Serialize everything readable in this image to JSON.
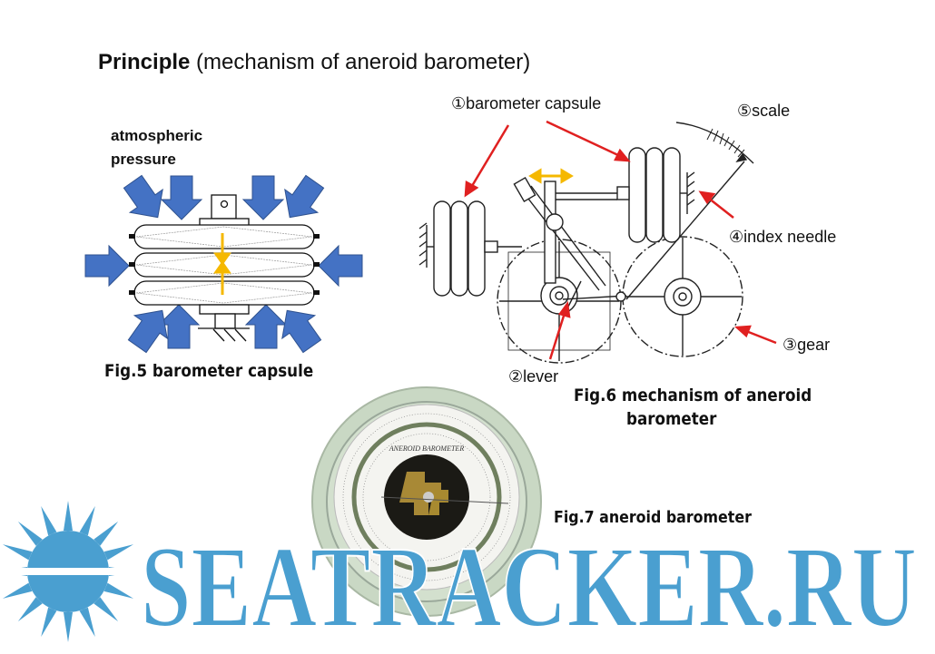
{
  "title": {
    "bold": "Principle",
    "rest": " (mechanism of aneroid barometer)"
  },
  "fig5": {
    "pressure_label_1": "atmospheric",
    "pressure_label_2": "pressure",
    "caption": "Fig.5  barometer capsule"
  },
  "fig6": {
    "labels": {
      "capsule": "①barometer  capsule",
      "scale": "⑤scale",
      "needle": "④index needle",
      "gear": "③gear",
      "lever": "②lever"
    },
    "caption_1": "Fig.6  mechanism of aneroid",
    "caption_2": "barometer"
  },
  "fig7": {
    "caption": "Fig.7 aneroid  barometer",
    "dial_text": "ANEROID BAROMETER"
  },
  "watermark": {
    "text": "SEATRACKER.RU"
  },
  "colors": {
    "arrow_blue": "#4472c4",
    "highlight_orange": "#f5b800",
    "red_pointer": "#e02020",
    "watermark_blue": "#4a9fd0",
    "dial_green": "#c9d8c4"
  }
}
